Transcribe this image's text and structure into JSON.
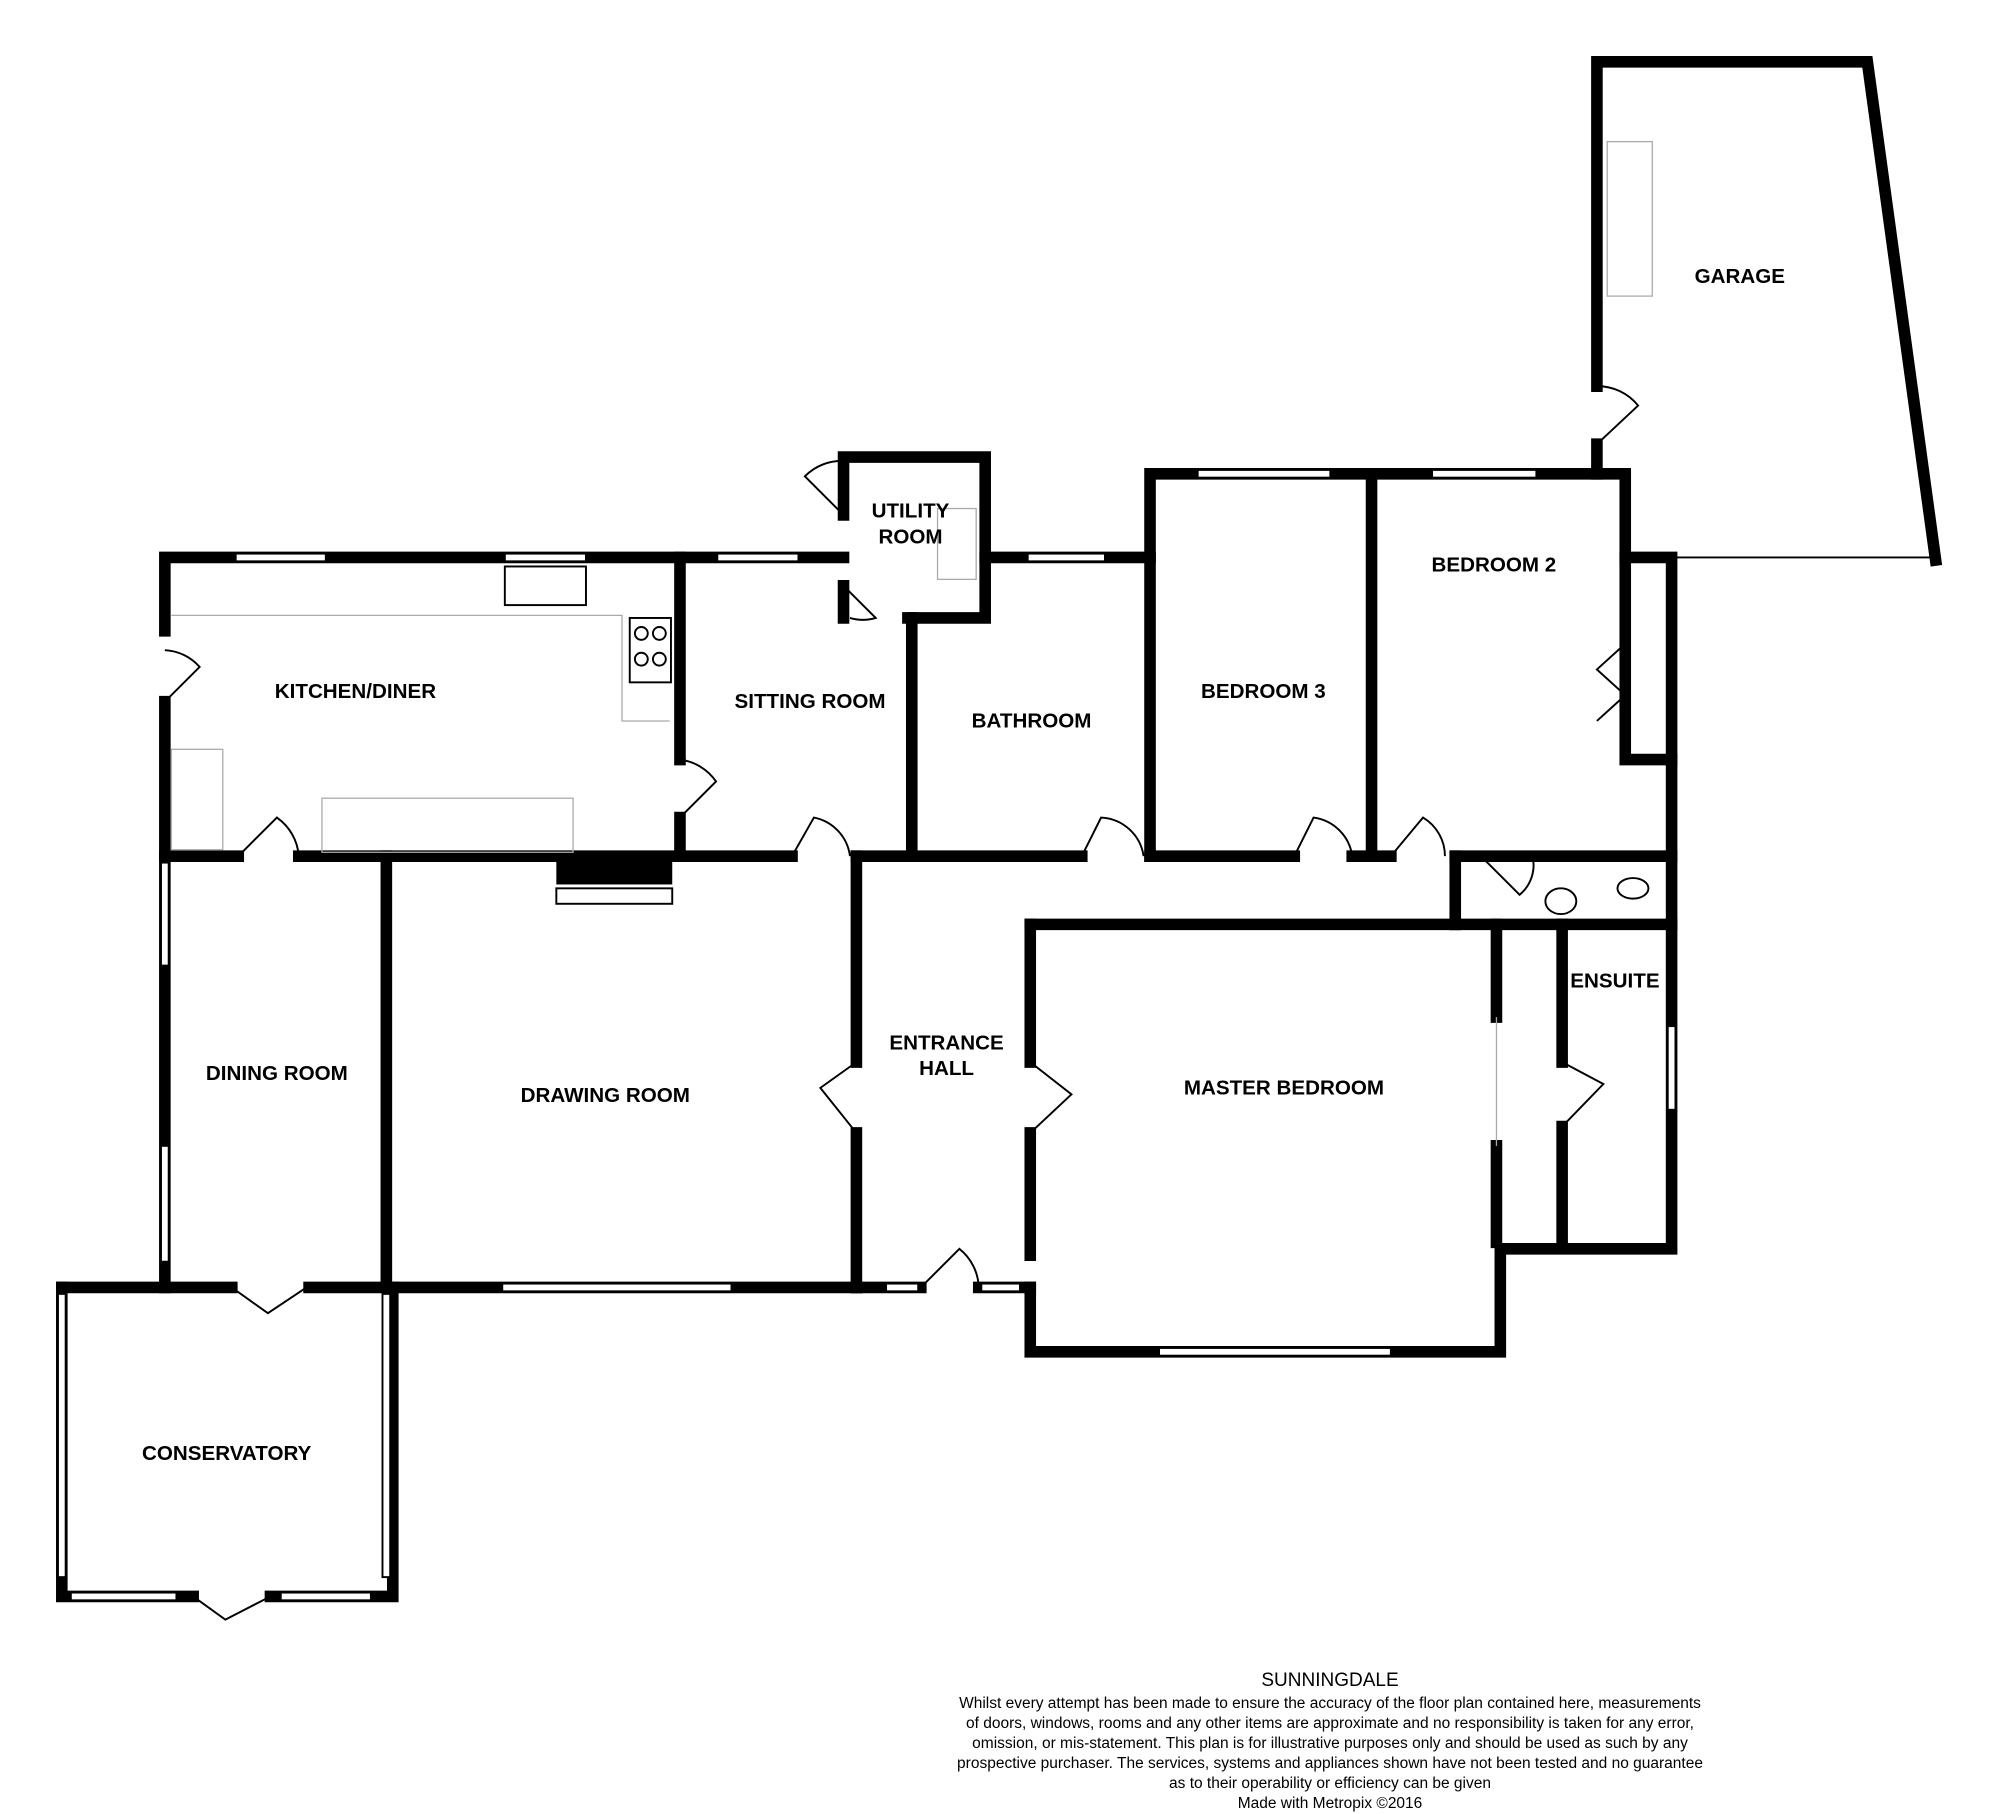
{
  "rooms": {
    "garage": "GARAGE",
    "utility_1": "UTILITY",
    "utility_2": "ROOM",
    "bedroom2": "BEDROOM 2",
    "kitchen": "KITCHEN/DINER",
    "sitting": "SITTING ROOM",
    "bathroom": "BATHROOM",
    "bedroom3": "BEDROOM 3",
    "ensuite": "ENSUITE",
    "dining": "DINING ROOM",
    "drawing": "DRAWING ROOM",
    "entrance_1": "ENTRANCE",
    "entrance_2": "HALL",
    "master": "MASTER BEDROOM",
    "conservatory": "CONSERVATORY"
  },
  "footer": {
    "title": "SUNNINGDALE",
    "disclaimer": [
      "Whilst every attempt has been made to ensure the accuracy of the floor plan contained here, measurements",
      "of doors, windows, rooms and any other items are approximate and no responsibility is taken for any error,",
      "omission, or mis-statement. This plan is for illustrative purposes only and should be used as such by any",
      "prospective purchaser. The services, systems and appliances shown have not been tested and no guarantee",
      "as to their operability or efficiency can be given"
    ],
    "credit": "Made with Metropix ©2016"
  }
}
